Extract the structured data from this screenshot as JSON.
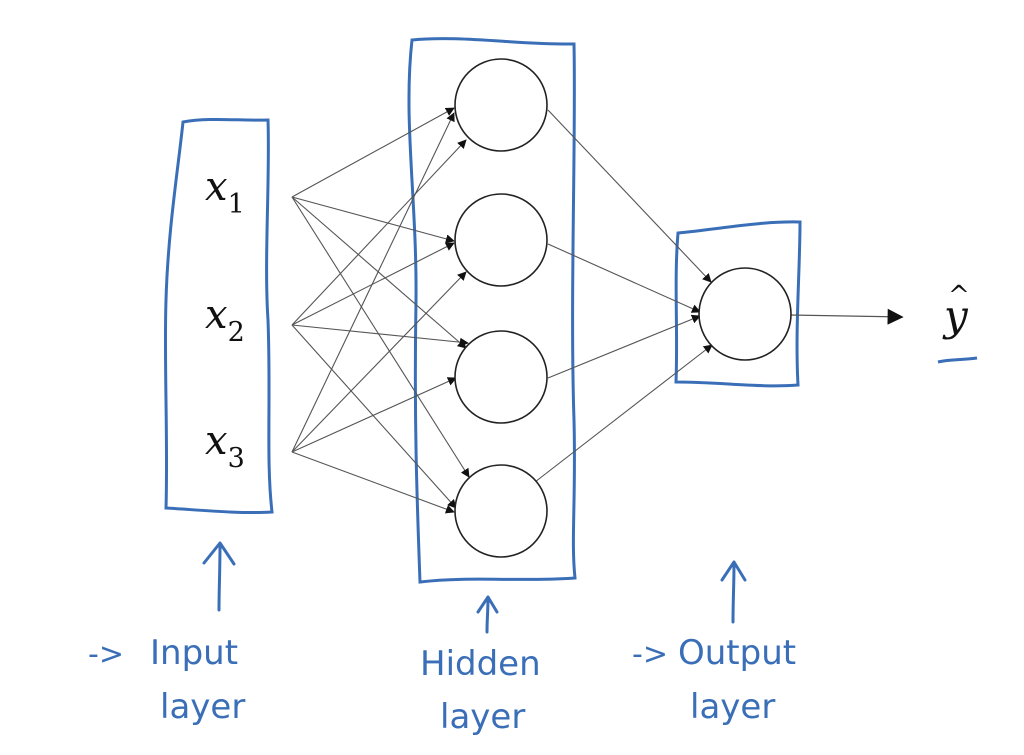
{
  "inputs": [
    {
      "base": "x",
      "sub": "1"
    },
    {
      "base": "x",
      "sub": "2"
    },
    {
      "base": "x",
      "sub": "3"
    }
  ],
  "output": {
    "base": "y",
    "hat": "^"
  },
  "annotations": {
    "input_layer": {
      "prefix": "->",
      "line1": "Input",
      "line2": "layer"
    },
    "hidden_layer": {
      "line1": "Hidden",
      "line2": "layer"
    },
    "output_layer": {
      "prefix": "->",
      "line1": "Output",
      "line2": "layer"
    }
  },
  "colors": {
    "annotation_blue": "#3a6fb8",
    "ink": "#111111",
    "connection_gray": "#555555"
  }
}
